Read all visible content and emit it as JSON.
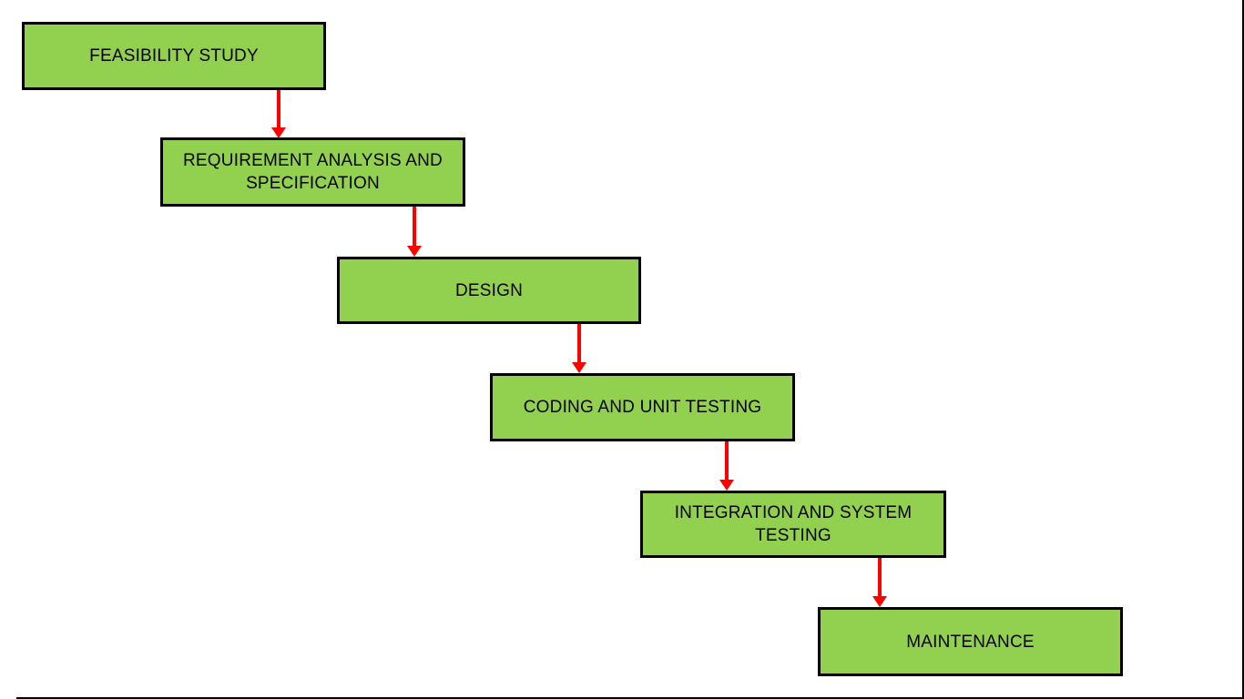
{
  "diagram": {
    "name": "Waterfall model software development life cycle flowchart",
    "colors": {
      "box_fill": "#92D050",
      "box_border": "#000000",
      "arrow": "#FF0000",
      "text": "#000000",
      "frame_line": "#000000"
    },
    "boxes": [
      {
        "id": "feasibility-study",
        "label": "FEASIBILITY STUDY",
        "lines": [
          "FEASIBILITY STUDY"
        ]
      },
      {
        "id": "requirement-analysis",
        "label": "REQUIREMENT ANALYSIS AND SPECIFICATION",
        "lines": [
          "REQUIREMENT ANALYSIS AND",
          "SPECIFICATION"
        ]
      },
      {
        "id": "design",
        "label": "DESIGN",
        "lines": [
          "DESIGN"
        ]
      },
      {
        "id": "coding-and-unit-testing",
        "label": "CODING AND UNIT TESTING",
        "lines": [
          "CODING AND UNIT TESTING"
        ]
      },
      {
        "id": "integration-and-system-testing",
        "label": "INTEGRATION AND SYSTEM TESTING",
        "lines": [
          "INTEGRATION AND SYSTEM",
          "TESTING"
        ]
      },
      {
        "id": "maintenance",
        "label": "MAINTENANCE",
        "lines": [
          "MAINTENANCE"
        ]
      }
    ],
    "arrows": [
      {
        "from": "feasibility-study",
        "to": "requirement-analysis"
      },
      {
        "from": "requirement-analysis",
        "to": "design"
      },
      {
        "from": "design",
        "to": "coding-and-unit-testing"
      },
      {
        "from": "coding-and-unit-testing",
        "to": "integration-and-system-testing"
      },
      {
        "from": "integration-and-system-testing",
        "to": "maintenance"
      }
    ]
  }
}
